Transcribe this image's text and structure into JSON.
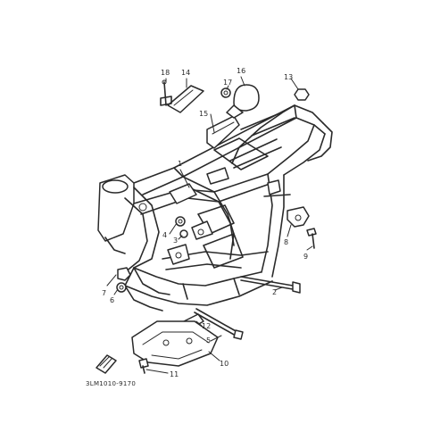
{
  "callouts": [
    {
      "id": "1",
      "text": "1"
    },
    {
      "id": "2",
      "text": "2"
    },
    {
      "id": "3",
      "text": "3"
    },
    {
      "id": "4",
      "text": "4"
    },
    {
      "id": "5",
      "text": "5"
    },
    {
      "id": "6",
      "text": "6"
    },
    {
      "id": "7",
      "text": "7"
    },
    {
      "id": "8",
      "text": "8"
    },
    {
      "id": "9",
      "text": "9"
    },
    {
      "id": "10",
      "text": "10"
    },
    {
      "id": "11",
      "text": "11"
    },
    {
      "id": "12",
      "text": "12"
    },
    {
      "id": "13",
      "text": "13"
    },
    {
      "id": "14",
      "text": "14"
    },
    {
      "id": "15",
      "text": "15"
    },
    {
      "id": "16",
      "text": "16"
    },
    {
      "id": "17",
      "text": "17"
    },
    {
      "id": "18",
      "text": "18"
    }
  ],
  "diagram_code": "3LM1010-9170"
}
